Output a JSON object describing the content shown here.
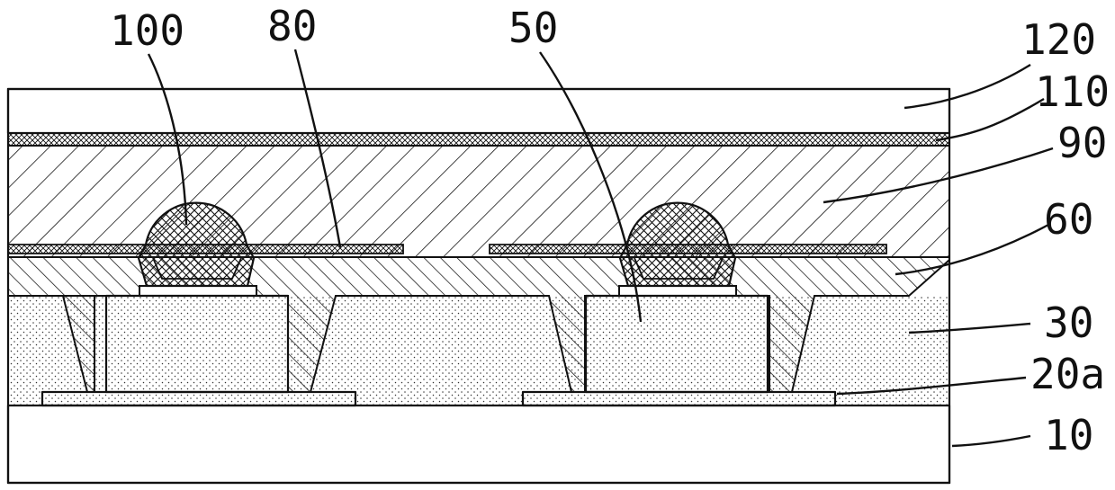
{
  "labels": {
    "ref_100": "100",
    "ref_80": "80",
    "ref_50": "50",
    "ref_120": "120",
    "ref_110": "110",
    "ref_90": "90",
    "ref_60": "60",
    "ref_30": "30",
    "ref_20a": "20a",
    "ref_10": "10"
  }
}
